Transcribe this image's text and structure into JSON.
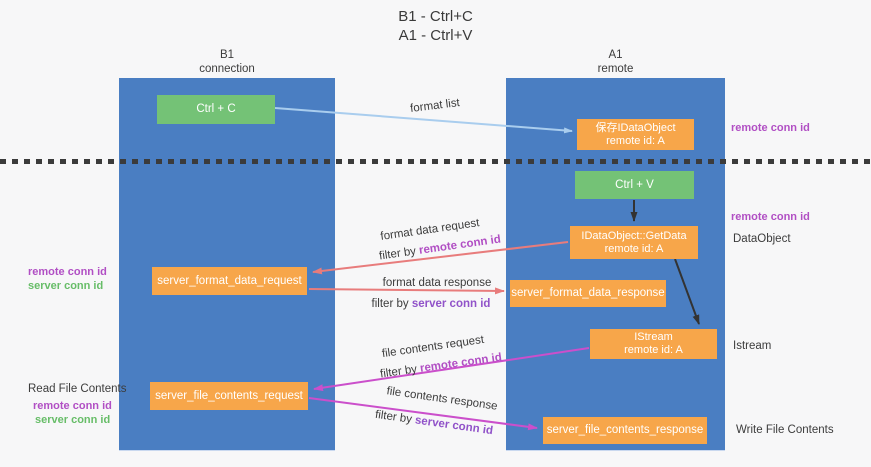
{
  "title": {
    "line1": "B1 - Ctrl+C",
    "line2": "A1 - Ctrl+V"
  },
  "lanes": {
    "left": {
      "name": "B1",
      "role": "connection"
    },
    "right": {
      "name": "A1",
      "role": "remote"
    }
  },
  "boxes": {
    "ctrl_c": "Ctrl + C",
    "ctrl_v": "Ctrl + V",
    "save_dataobject": {
      "title": "保存IDataObject",
      "subtitle": "remote id: A"
    },
    "getdata": {
      "title": "IDataObject::GetData",
      "subtitle": "remote id: A"
    },
    "istream": {
      "title": "IStream",
      "subtitle": "remote id: A"
    },
    "format_request": "server_format_data_request",
    "format_response": "server_format_data_response",
    "file_request": "server_file_contents_request",
    "file_response": "server_file_contents_response"
  },
  "arrows": {
    "format_list": "format list",
    "format_data_request": "format data request",
    "format_data_response": "format data response",
    "file_contents_request": "file contents request",
    "file_contents_response": "file contents response",
    "filter_prefix": "filter by",
    "remote_conn_id": "remote conn id",
    "server_conn_id": "server conn id"
  },
  "side_labels": {
    "remote_conn_id_top": "remote conn id",
    "remote_conn_id_mid": "remote conn id",
    "dataobject": "DataObject",
    "istream": "Istream",
    "write_file_contents": "Write File Contents",
    "read_file_contents": "Read File Contents",
    "left_remote_conn_id_1": "remote conn id",
    "left_server_conn_id_1": "server conn id",
    "left_remote_conn_id_2": "remote conn id",
    "left_server_conn_id_2": "server conn id"
  },
  "colors": {
    "lane_blue": "#4a7ec2",
    "box_green": "#74c276",
    "box_orange": "#f7a64a",
    "arrow_light_blue": "#a9cdee",
    "arrow_red": "#e87c7c",
    "arrow_magenta": "#cb4fcb",
    "arrow_black": "#333333",
    "text_purple": "#b14fc4",
    "text_violet": "#9153c9",
    "text_green": "#67bd68",
    "background": "#f7f7f8"
  }
}
